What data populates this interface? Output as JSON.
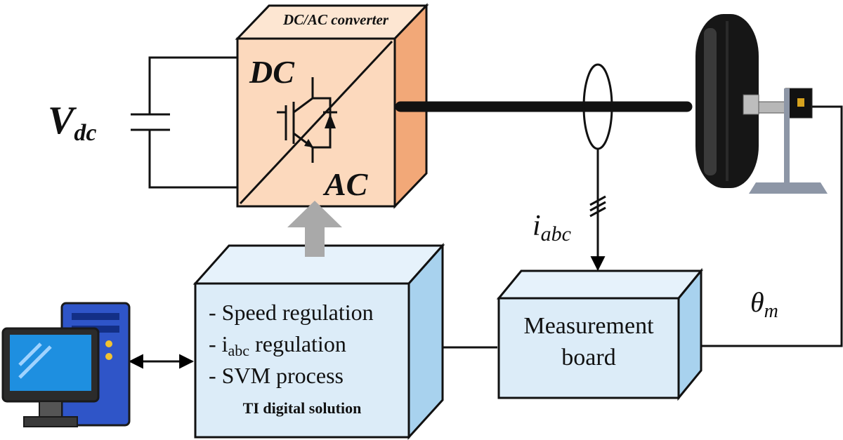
{
  "source_label": {
    "base": "V",
    "sub": "dc"
  },
  "converter": {
    "title": "DC/AC converter",
    "dc_label": "DC",
    "ac_label": "AC"
  },
  "current_label": {
    "base": "i",
    "sub": "abc"
  },
  "angle_label": {
    "base": "θ",
    "sub": "m"
  },
  "controller": {
    "line1": "- Speed regulation",
    "line2_prefix": "- i",
    "line2_sub": "abc",
    "line2_suffix": " regulation",
    "line3": "- SVM process",
    "footer": "TI digital solution"
  },
  "measurement": {
    "line1": "Measurement",
    "line2": "board"
  },
  "colors": {
    "converter_front": "#fcd9bd",
    "converter_top": "#fde6d2",
    "converter_side": "#f2a878",
    "box_front": "#dcecf8",
    "box_top": "#e6f2fb",
    "box_side": "#a8d2ee",
    "gray_arrow": "#a9a9a9",
    "monitor_blue": "#1e8fe0",
    "tower_blue": "#2f55c8"
  }
}
